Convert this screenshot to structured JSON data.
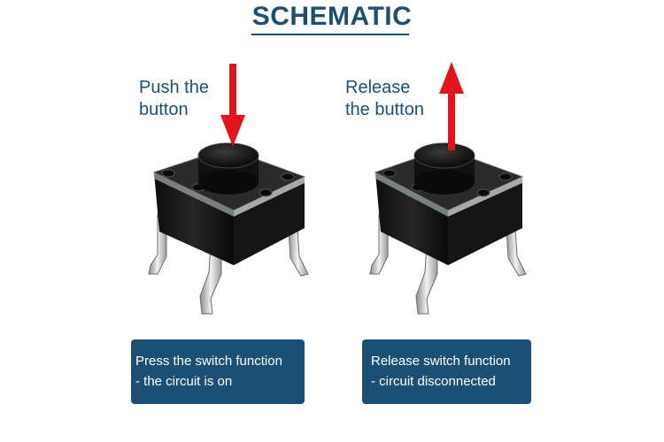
{
  "title": "SCHEMATIC",
  "left_panel": {
    "caption_line1": "Push the",
    "caption_line2": "button",
    "box_line1": "Press the switch function",
    "box_line2": " - the circuit is on"
  },
  "right_panel": {
    "caption_line1": "Release",
    "caption_line2": "the button",
    "box_line1": "Release switch function",
    "box_line2": " - circuit disconnected"
  },
  "colors": {
    "title": "#1d4f72",
    "box_background": "#1c4f74",
    "arrow": "#e0161b"
  },
  "icons": {
    "left_arrow": "arrow-down-icon",
    "right_arrow": "arrow-up-icon",
    "switch": "tactile-switch"
  }
}
